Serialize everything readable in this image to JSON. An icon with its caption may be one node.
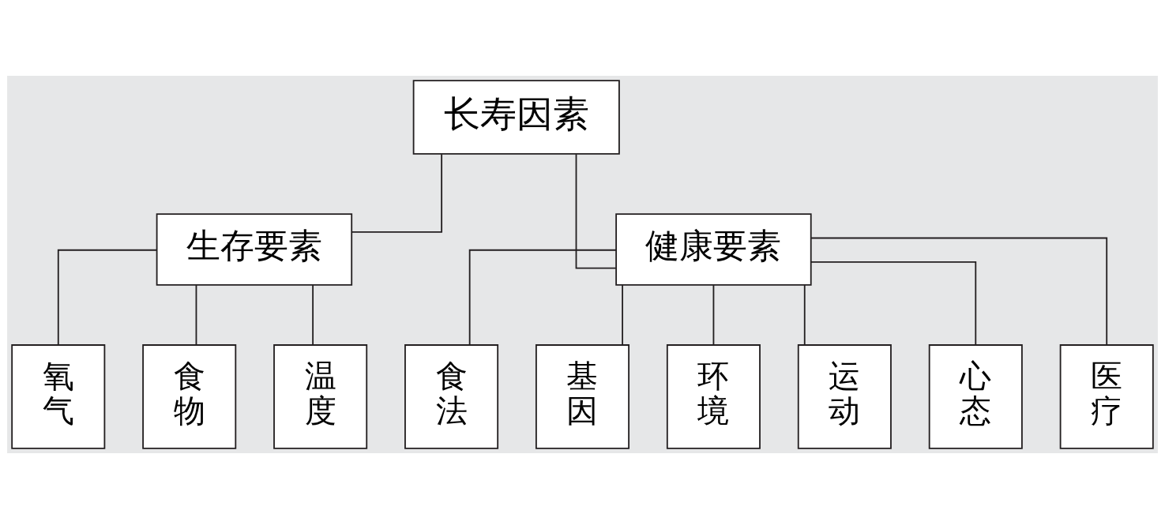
{
  "diagram": {
    "nodes": [
      {
        "text": [
          "长寿因素"
        ]
      },
      {
        "text": [
          "生存要素"
        ]
      },
      {
        "text": [
          "健康要素"
        ]
      },
      {
        "text": [
          "氧气"
        ]
      },
      {
        "text": [
          "食物"
        ]
      },
      {
        "text": [
          "温度"
        ]
      },
      {
        "text": [
          "食法"
        ]
      },
      {
        "text": [
          "基因"
        ]
      },
      {
        "text": [
          "环境"
        ]
      },
      {
        "text": [
          "运动"
        ]
      },
      {
        "text": [
          "心态"
        ]
      },
      {
        "text": [
          "医疗"
        ]
      }
    ],
    "edges": [
      {
        "from": 0,
        "to": 1,
        "arrow": "none"
      },
      {
        "from": 0,
        "to": 2,
        "arrow": "none"
      },
      {
        "from": 1,
        "to": 3,
        "arrow": "none"
      },
      {
        "from": 1,
        "to": 4,
        "arrow": "none"
      },
      {
        "from": 1,
        "to": 5,
        "arrow": "none"
      },
      {
        "from": 2,
        "to": 6,
        "arrow": "none"
      },
      {
        "from": 2,
        "to": 7,
        "arrow": "none"
      },
      {
        "from": 2,
        "to": 8,
        "arrow": "none"
      },
      {
        "from": 2,
        "to": 9,
        "arrow": "none"
      },
      {
        "from": 2,
        "to": 10,
        "arrow": "none"
      },
      {
        "from": 2,
        "to": 11,
        "arrow": "none"
      }
    ]
  }
}
